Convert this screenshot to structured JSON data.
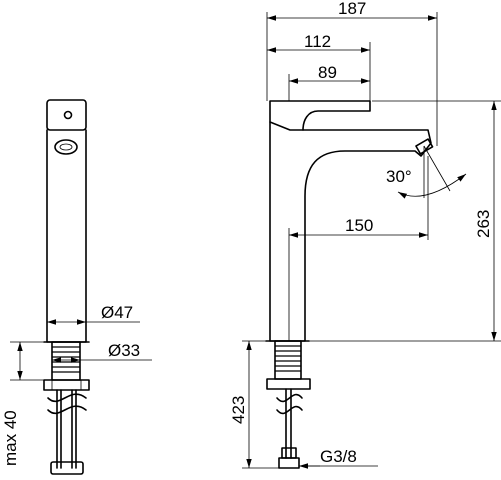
{
  "dimensions": {
    "total_reach": "187",
    "lever_reach": "112",
    "lever_length": "89",
    "spout_reach": "150",
    "height": "263",
    "lever_angle": "30°",
    "body_diameter": "Ø47",
    "shank_diameter": "Ø33",
    "max_thickness": "max 40",
    "hose_length": "423",
    "connection": "G3/8"
  }
}
